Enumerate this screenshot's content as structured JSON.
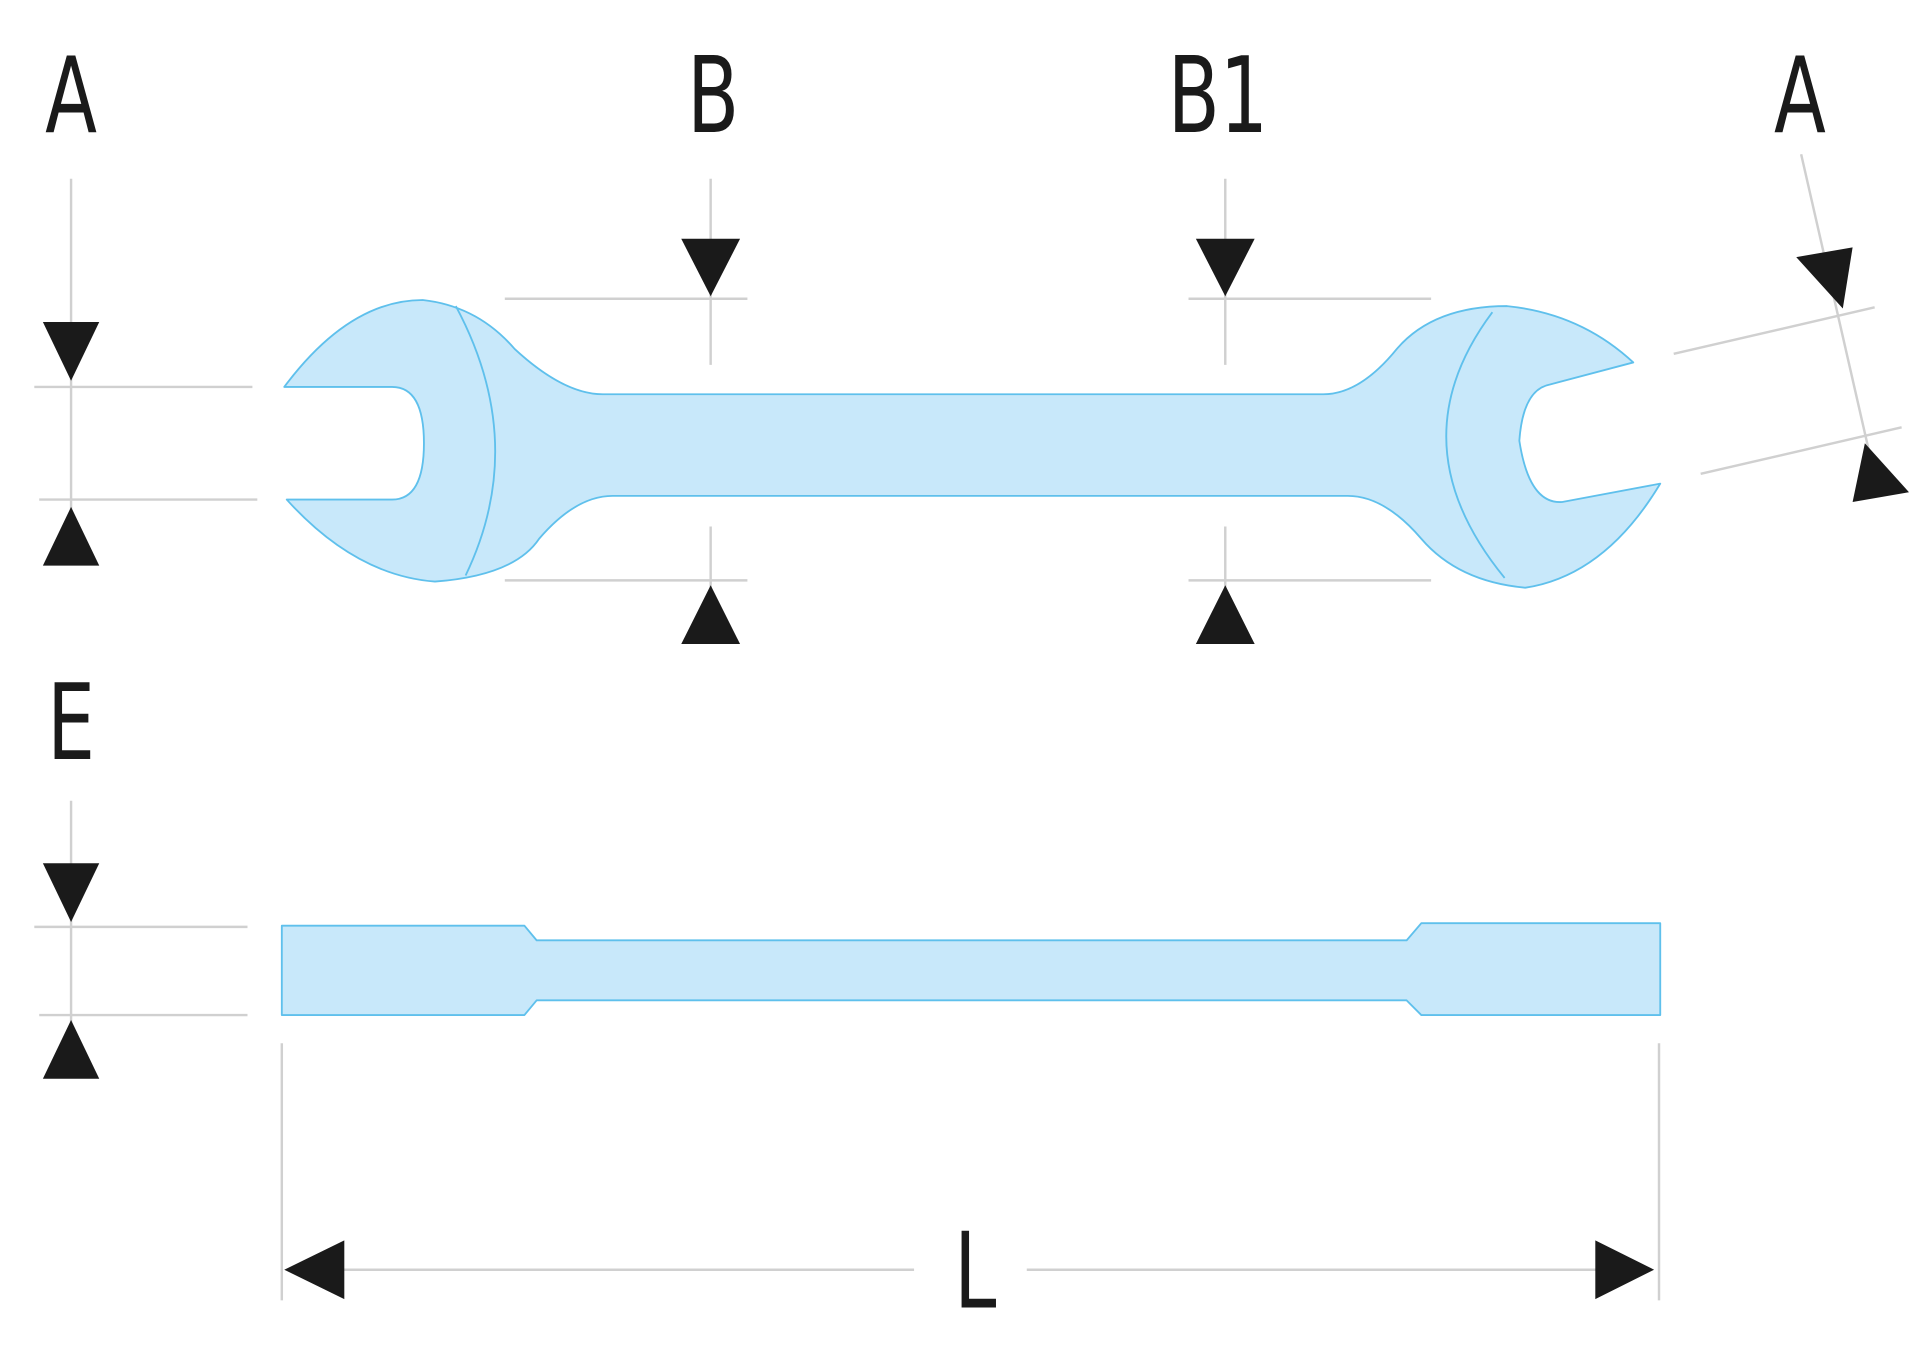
{
  "labels": {
    "a_left": "A",
    "b": "B",
    "b1": "B1",
    "a_right": "A",
    "e": "E",
    "l": "L"
  },
  "colors": {
    "wrench_fill": "#c8e8fa",
    "wrench_stroke": "#5fc0ec",
    "guide_line": "#d0d0d0",
    "arrow": "#1a1a1a",
    "text": "#1a1a1a"
  }
}
